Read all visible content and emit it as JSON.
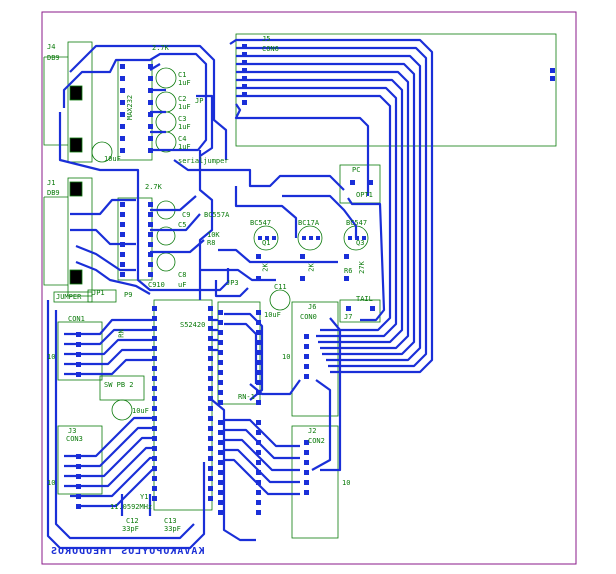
{
  "colors": {
    "trace": "#1a2fd8",
    "silkscreen": "#0a7a0a",
    "board_outline": "#8a1a8a",
    "pad": "#1a2fd8"
  },
  "labels": {
    "J4": "J4",
    "DB9_top": "DB9",
    "J1": "J1",
    "DB9_bottom": "DB9",
    "R_top": "2.7K",
    "C1": "C1",
    "C1_val": "1uF",
    "C2": "C2",
    "C2_val": "1uF",
    "C3": "C3",
    "C3_val": "1uF",
    "C4": "C4",
    "C4_val": "1uF",
    "MAX232": "MAX232",
    "C10_val": "10uF",
    "serial_jumper": "serialjumper",
    "JP": "JP",
    "J5": "J5",
    "CON_top": "CON6",
    "R2_val": "2.7K",
    "BC557A": "BC557A",
    "C9": "C9",
    "R10K": "10K",
    "R8": "R8",
    "C5": "C5",
    "C8": "C8",
    "C_uF": "uF",
    "C91": "C910",
    "BC547": "BC547",
    "Q1": "Q1",
    "BC_mid": "BC17A",
    "BC_right": "BC547",
    "Q3": "Q3",
    "R_2K_a": "2K",
    "R_2K_b": "2K",
    "R_27K": "27K",
    "R6": "R6",
    "JP3": "JP3",
    "C11": "C11",
    "C11_val": "10uF",
    "J6": "J6",
    "CON0": "CON0",
    "PC1": "PC",
    "OPT1": "OPT1",
    "J7": "J7",
    "TAIL": "TAIL",
    "JUMPER": "JUMPER",
    "JP1": "JP1",
    "CON1": "CON1",
    "P9": "P9",
    "PIC_RN": "RN",
    "S52420": "S52420",
    "ten_left": "10",
    "ten_mid": "10",
    "ten_right": "10",
    "ten_bottom": "10",
    "SW": "SW PB 2",
    "C_10uF2": "10uF",
    "RN1": "RN-1",
    "J3": "J3",
    "CON3": "CON3",
    "J2": "J2",
    "CON2": "CON2",
    "Y1": "Y1",
    "X_val": "11.0592MHz",
    "C12": "C12",
    "C12_val": "33pF",
    "C13": "C13",
    "C13_val": "33pF",
    "signature": "KAVAKOPOYLOS THEODOROS"
  }
}
